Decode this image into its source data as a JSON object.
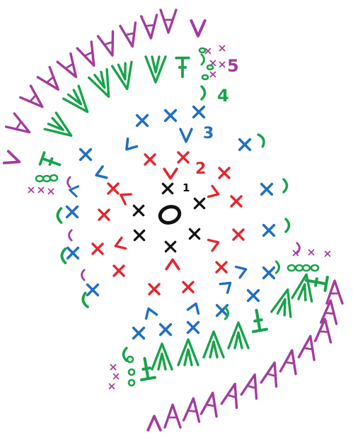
{
  "colors": {
    "black": "#111111",
    "red": "#e3262f",
    "blue": "#1f6fc2",
    "green": "#17a34a",
    "purple": "#a23c9c"
  },
  "round_labels": {
    "r1": "1",
    "r2": "2",
    "r3": "3",
    "r4": "4",
    "r5": "5"
  },
  "stitch_symbols": {
    "magic_ring": "ring-icon",
    "single_crochet": "x-mark",
    "increase": "v-mark",
    "half_double": "t-mark",
    "chain": "oval-mark"
  }
}
